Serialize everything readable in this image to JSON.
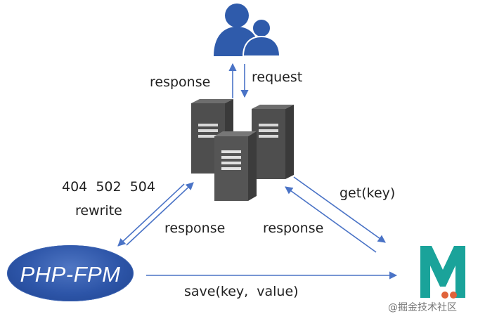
{
  "nodes": {
    "users": {
      "icon": "users-icon"
    },
    "servers": {
      "icon": "server-rack-icon"
    },
    "php_fpm": {
      "label": "PHP-FPM"
    },
    "memcached": {
      "icon": "memcached-logo-icon",
      "accent": "#1aa39a"
    }
  },
  "labels": {
    "user_response": "response",
    "user_request": "request",
    "status_codes": "404  502  504",
    "rewrite": "rewrite",
    "fpm_response": "response",
    "cache_response": "response",
    "get_key": "get(key)",
    "save": "save(key,  value)"
  },
  "watermark": "@掘金技术社区",
  "colors": {
    "arrow": "#4a73c6",
    "person": "#2f5bab",
    "fpm": "#2d55a8",
    "server": "#4a4a4a"
  }
}
